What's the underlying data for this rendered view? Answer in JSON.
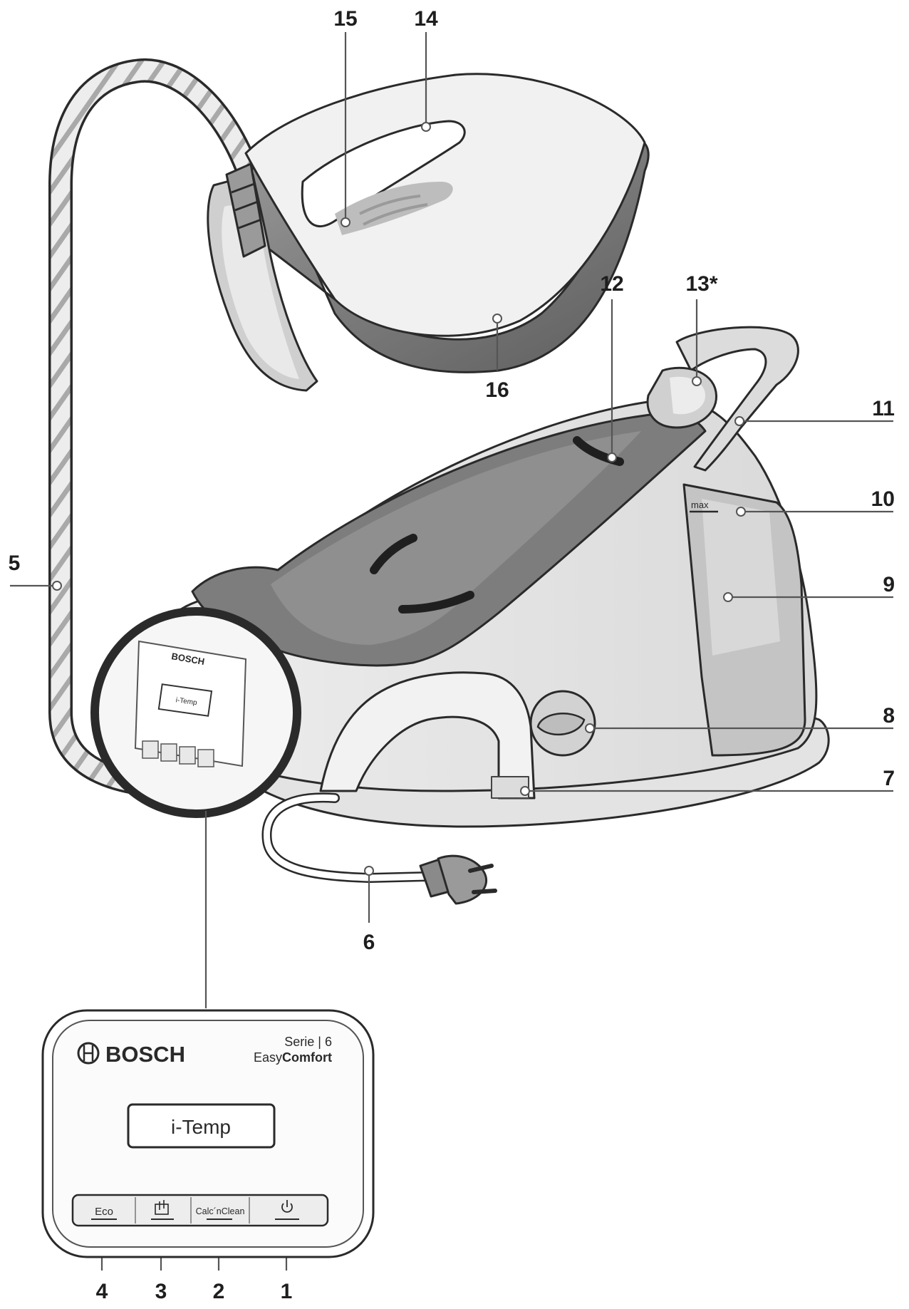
{
  "panel": {
    "brand": "BOSCH",
    "series_line": "Serie | 6",
    "model_prefix": "Easy",
    "model_suffix": "Comfort",
    "display_text": "i-Temp",
    "buttons": [
      {
        "id": "eco",
        "label": "Eco"
      },
      {
        "id": "steam",
        "label": ""
      },
      {
        "id": "calc",
        "label": "Calc´nClean"
      },
      {
        "id": "power",
        "label": ""
      }
    ]
  },
  "labels": {
    "l1": "1",
    "l2": "2",
    "l3": "3",
    "l4": "4",
    "l5": "5",
    "l6": "6",
    "l7": "7",
    "l8": "8",
    "l9": "9",
    "l10": "10",
    "l11": "11",
    "l12": "12",
    "l13": "13*",
    "l14": "14",
    "l15": "15",
    "l16": "16"
  },
  "tank": {
    "max_marking": "max"
  },
  "colors": {
    "body": "#e6e6e6",
    "body_shadow": "#cfcfcf",
    "dark_top": "#7d7d7d",
    "iron_sole": "#6f6f6f",
    "tank": "#bfbfbf",
    "ink": "#2a2a2a"
  }
}
